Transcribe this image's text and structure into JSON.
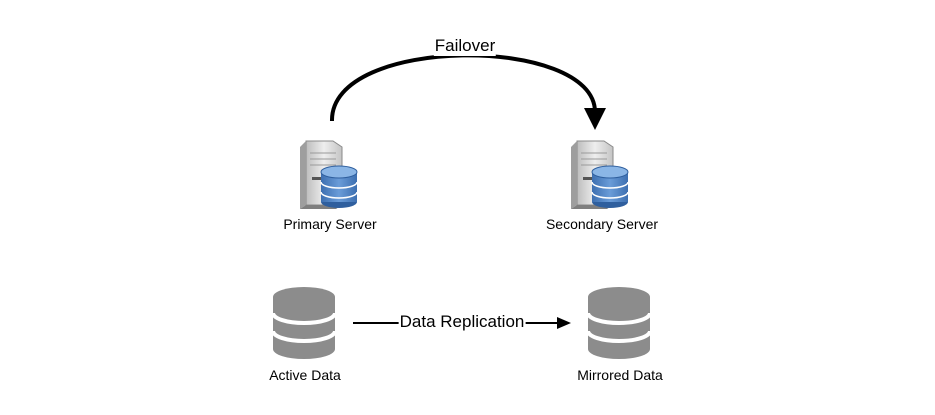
{
  "diagram": {
    "nodes": [
      {
        "id": "primary",
        "label": "Primary Server",
        "icon": "server-database-icon"
      },
      {
        "id": "secondary",
        "label": "Secondary Server",
        "icon": "server-database-icon"
      },
      {
        "id": "active",
        "label": "Active Data",
        "icon": "database-icon"
      },
      {
        "id": "mirrored",
        "label": "Mirrored Data",
        "icon": "database-icon"
      }
    ],
    "edges": [
      {
        "from": "primary",
        "to": "secondary",
        "label": "Failover",
        "style": "curved-arrow"
      },
      {
        "from": "active",
        "to": "mirrored",
        "label": "Data Replication",
        "style": "straight-arrow"
      }
    ],
    "colors": {
      "server_body": "#d9d9d9",
      "server_shadow": "#a9a9a9",
      "db_blue": "#4a7fc1",
      "db_blue_light": "#8bb6e6",
      "db_gray": "#8c8c8c",
      "line": "#000000"
    }
  }
}
